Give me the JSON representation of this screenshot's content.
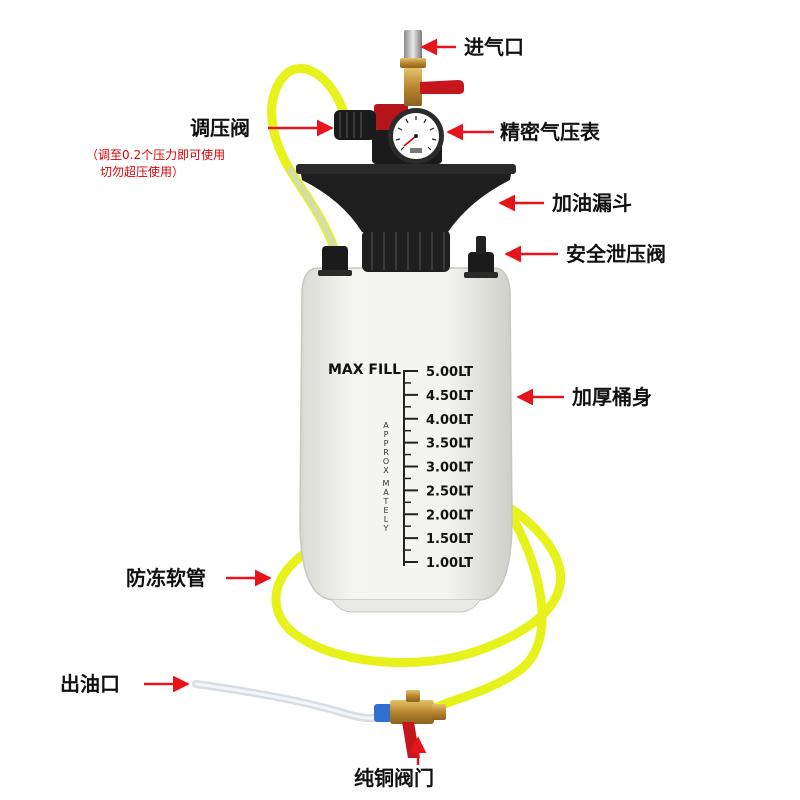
{
  "callouts": {
    "air_inlet": "进气口",
    "regulator": "调压阀",
    "regulator_note_line1": "（调至0.2个压力即可使用",
    "regulator_note_line2": "切勿超压使用）",
    "gauge": "精密气压表",
    "funnel": "加油漏斗",
    "safety_valve": "安全泄压阀",
    "body": "加厚桶身",
    "hose": "防冻软管",
    "outlet": "出油口",
    "copper_valve": "纯铜阀门"
  },
  "tank_scale": {
    "max_fill": "MAX FILL",
    "marks": [
      "5.00LT",
      "4.50LT",
      "4.00LT",
      "3.50LT",
      "3.00LT",
      "2.50LT",
      "2.00LT",
      "1.50LT",
      "1.00LT"
    ],
    "vertical_1": "APPROX",
    "vertical_2": "MATELY"
  },
  "colors": {
    "arrow": "#e8141c",
    "hose": "#e6f21a",
    "tank": "#f1f1ee",
    "funnel": "#1e1e1e",
    "valve_handle": "#c4161c",
    "brass": "#c9a14a"
  }
}
